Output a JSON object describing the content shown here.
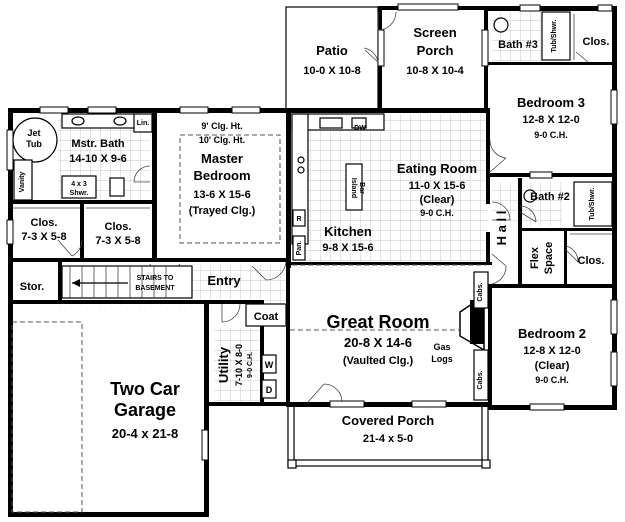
{
  "rooms": {
    "patio": {
      "name": "Patio",
      "size": "10-0 X 10-8"
    },
    "screen_porch": {
      "name": "Screen",
      "name2": "Porch",
      "size": "10-8 X 10-4"
    },
    "bath3": {
      "name": "Bath #3",
      "fixture": "Tub/Shwr.",
      "closet": "Clos."
    },
    "bedroom3": {
      "name": "Bedroom 3",
      "size": "12-8 X 12-0",
      "ceiling": "9-0 C.H."
    },
    "master_bath": {
      "name": "Mstr. Bath",
      "size": "14-10 X 9-6",
      "tub": "Jet",
      "tub2": "Tub",
      "vanity": "Vanity",
      "shower": "4 x 3",
      "shower2": "Shwr.",
      "linen": "Lin."
    },
    "master_bedroom": {
      "ceiling1": "9' Clg. Ht.",
      "ceiling2": "10' Clg. Ht.",
      "name": "Master",
      "name2": "Bedroom",
      "size": "13-6 X 15-6",
      "note": "(Trayed Clg.)"
    },
    "closet_left": {
      "name": "Clos.",
      "size": "7-3 X 5-8"
    },
    "closet_right": {
      "name": "Clos.",
      "size": "7-3 X 5-8"
    },
    "eating_room": {
      "name": "Eating Room",
      "size": "11-0 X 15-6",
      "note": "(Clear)",
      "ceiling": "9-0 C.H."
    },
    "kitchen": {
      "name": "Kitchen",
      "size": "9-8 X 15-6",
      "dw": "DW",
      "island": "Island",
      "bar": "Bar",
      "range": "R",
      "pantry": "Pan."
    },
    "hall": {
      "name": "H a l l"
    },
    "bath2": {
      "name": "Bath #2",
      "fixture": "Tub/Shwr."
    },
    "flex_space": {
      "name": "Flex",
      "name2": "Space",
      "closet": "Clos."
    },
    "storage": {
      "name": "Stor."
    },
    "stairs": {
      "line1": "STAIRS TO",
      "line2": "BASEMENT"
    },
    "entry": {
      "name": "Entry"
    },
    "coat": {
      "name": "Coat"
    },
    "utility": {
      "name": "Utility",
      "size": "7-10 X 8-0",
      "ceiling": "9-0 C.H.",
      "washer": "W",
      "dryer": "D"
    },
    "great_room": {
      "name": "Great Room",
      "size": "20-8 X 14-6",
      "note": "(Vaulted Clg.)",
      "cabs": "Cabs.",
      "gas1": "Gas",
      "gas2": "Logs"
    },
    "bedroom2": {
      "name": "Bedroom 2",
      "size": "12-8 X 12-0",
      "note": "(Clear)",
      "ceiling": "9-0 C.H."
    },
    "garage": {
      "name": "Two Car",
      "name2": "Garage",
      "size": "20-4 x 21-8"
    },
    "covered_porch": {
      "name": "Covered Porch",
      "size": "21-4 x 5-0"
    }
  }
}
